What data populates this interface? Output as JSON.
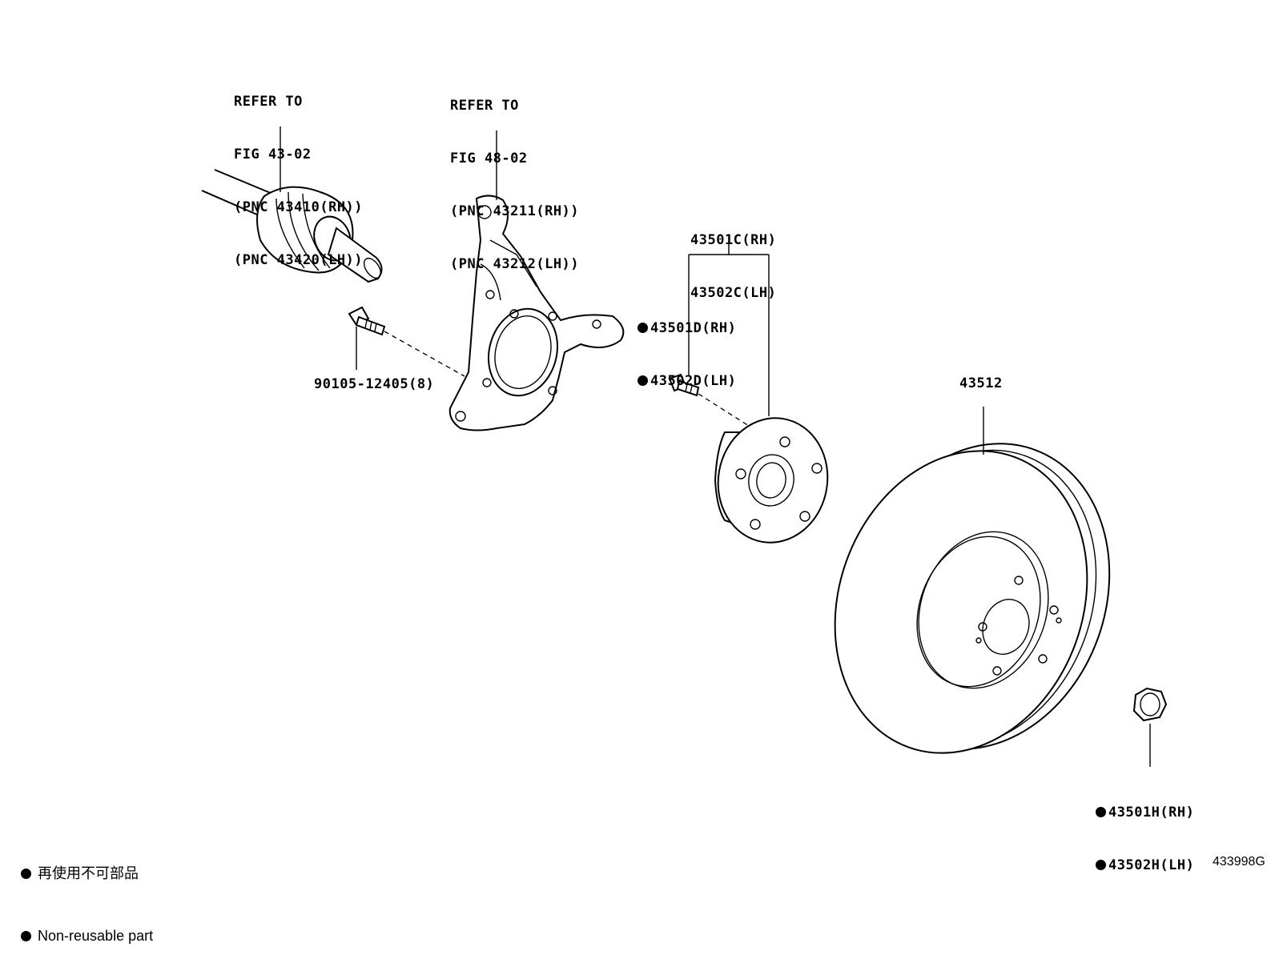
{
  "labels": {
    "driveshaft": [
      "REFER TO",
      "FIG 43-02",
      "(PNC 43410(RH))",
      "(PNC 43420(LH))"
    ],
    "knuckle": [
      "REFER TO",
      "FIG 48-02",
      "(PNC 43211(RH))",
      "(PNC 43212(LH))"
    ],
    "bolt": "90105-12405(8)",
    "hub": [
      "43501C(RH)",
      "43502C(LH)"
    ],
    "hub_bolt": [
      "43501D(RH)",
      "43502D(LH)"
    ],
    "disc": "43512",
    "nut": [
      "43501H(RH)",
      "43502H(LH)"
    ]
  },
  "legend": {
    "jp": "再使用不可部品",
    "en": "Non-reusable part"
  },
  "illustration_code": "433998G"
}
